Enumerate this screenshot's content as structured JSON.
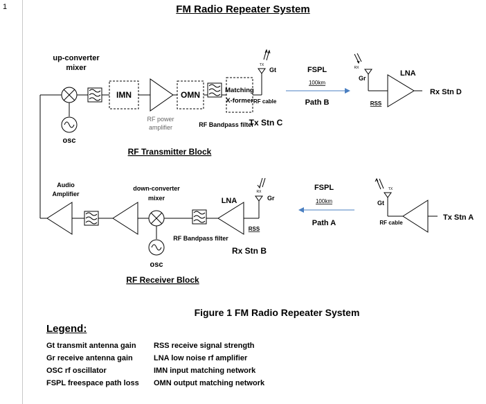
{
  "page": {
    "page_number": "1",
    "title": "FM Radio Repeater System"
  },
  "transmitter": {
    "mixer_label_line1": "up-converter",
    "mixer_label_line2": "mixer",
    "osc_label": "osc",
    "imn_label": "IMN",
    "omn_label": "OMN",
    "pa_label_line1": "RF power",
    "pa_label_line2": "amplifier",
    "filter_label": "RF Bandpass filter",
    "matching_line1": "Matching",
    "matching_line2": "X-former",
    "cable_label": "RF cable",
    "station_label": "Tx Stn C",
    "antenna_tx_tag": "TX",
    "antenna_gain_label": "Gt",
    "block_label": "RF Transmitter Block"
  },
  "path_b": {
    "fspl_label": "FSPL",
    "distance_label": "100km",
    "path_label": "Path B"
  },
  "station_d": {
    "antenna_rx_tag": "RX",
    "antenna_gain_label": "Gr",
    "lna_label": "LNA",
    "rss_label": "RSS",
    "station_label": "Rx Stn D"
  },
  "receiver": {
    "audio_amp_line1": "Audio",
    "audio_amp_line2": "Amplifier",
    "mixer_label_line1": "down-converter",
    "mixer_label_line2": "mixer",
    "osc_label": "osc",
    "filter_label": "RF Bandpass filter",
    "lna_label": "LNA",
    "rss_label": "RSS",
    "antenna_rx_tag": "RX",
    "antenna_gain_label": "Gr",
    "station_label": "Rx Stn B",
    "block_label": "RF Receiver Block"
  },
  "path_a": {
    "fspl_label": "FSPL",
    "distance_label": "100km",
    "path_label": "Path A"
  },
  "station_a": {
    "antenna_tx_tag": "TX",
    "antenna_gain_label": "Gt",
    "cable_label": "RF cable",
    "station_label": "Tx Stn A"
  },
  "figure_caption": "Figure 1 FM Radio Repeater System",
  "legend": {
    "title": "Legend:",
    "left_items": [
      "Gt  transmit antenna gain",
      "Gr  receive antenna gain",
      "OSC  rf oscillator",
      "FSPL freespace path loss"
    ],
    "right_items": [
      "RSS  receive signal strength",
      "LNA  low noise rf amplifier",
      "IMN  input matching network",
      "OMN  output matching network"
    ]
  }
}
